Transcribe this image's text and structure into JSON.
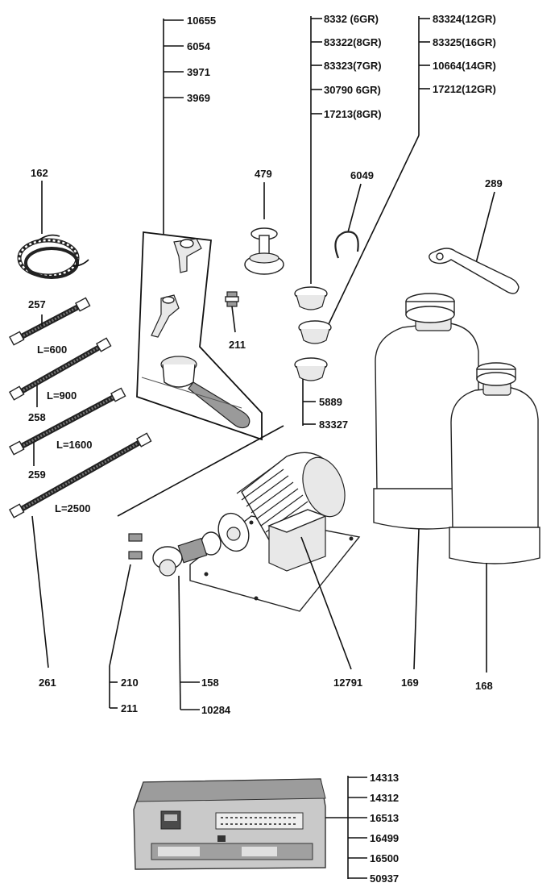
{
  "top_left_callout": [
    "10655",
    "6054",
    "3971",
    "3969"
  ],
  "filter_callout_left": [
    "8332  (6GR)",
    "83322(8GR)",
    "83323(7GR)",
    "30790 6GR)",
    "17213(8GR)"
  ],
  "filter_callout_right": [
    "83324(12GR)",
    "83325(16GR)",
    "10664(14GR)",
    "17212(12GR)"
  ],
  "labels": {
    "spring": "162",
    "tamper": "479",
    "clip": "6049",
    "spanner": "289",
    "nipple": "211",
    "hose_600": "257",
    "hose_900": "258",
    "hose_1600": "259",
    "hose_2500": "261",
    "filter_5889": "5889",
    "filter_83327": "83327",
    "fitting_210": "210",
    "fitting_211": "211",
    "coupling_158": "158",
    "coupling_10284": "10284",
    "pump": "12791",
    "softener_169": "169",
    "softener_168": "168"
  },
  "hose_lengths": {
    "l600": "L=600",
    "l900": "L=900",
    "l1600": "L=1600",
    "l2500": "L=2500"
  },
  "control_box_callout": [
    "14313",
    "14312",
    "16513",
    "16499",
    "16500",
    "50937"
  ]
}
